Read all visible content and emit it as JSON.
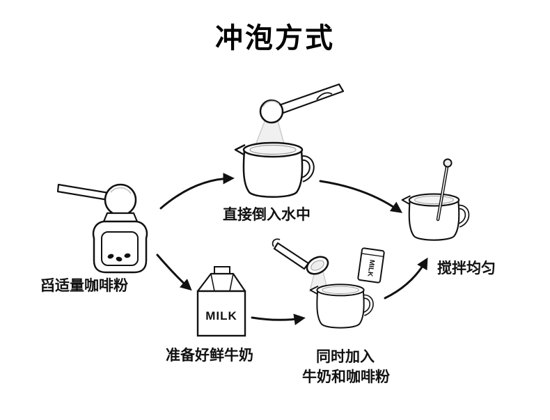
{
  "title": "冲泡方式",
  "steps": {
    "scoop": "舀适量咖啡粉",
    "pour_water": "直接倒入水中",
    "milk": "准备好鲜牛奶",
    "add_line1": "同时加入",
    "add_line2": "牛奶和咖啡粉",
    "stir": "搅拌均匀"
  },
  "icons": {
    "milk_carton_text": "MILK",
    "milk_packet_text": "MILK"
  },
  "colors": {
    "ink": "#111111",
    "background": "#ffffff",
    "stream": "#f0f0f0"
  }
}
